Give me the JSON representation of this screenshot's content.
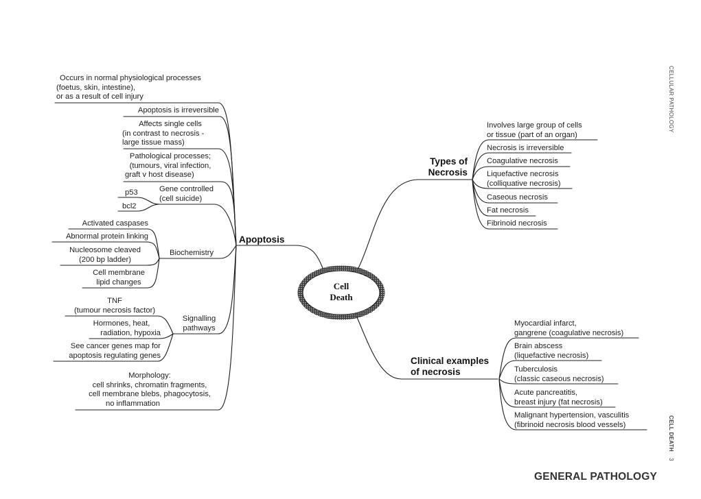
{
  "page": {
    "side_label_top": "CELLULAR PATHOLOGY",
    "side_label_bottom": "CELL DEATH",
    "page_number": "3",
    "footer": "GENERAL PATHOLOGY"
  },
  "center": {
    "line1": "Cell",
    "line2": "Death"
  },
  "apoptosis": {
    "title": "Apoptosis",
    "items": {
      "occurs": [
        "Occurs in normal physiological processes",
        "(foetus, skin, intestine),",
        "or as a result of cell injury"
      ],
      "irreversible": "Apoptosis is irreversible",
      "single_cells": [
        "Affects single cells",
        "(in contrast to necrosis -",
        "large tissue mass)"
      ],
      "pathological": [
        "Pathological processes;",
        "(tumours, viral infection,",
        "graft v host disease)"
      ],
      "gene_controlled": {
        "label": [
          "Gene controlled",
          "(cell suicide)"
        ],
        "children": [
          "p53",
          "bcl2"
        ]
      },
      "biochemistry": {
        "label": "Biochemistry",
        "children": [
          [
            "Activated caspases"
          ],
          [
            "Abnormal protein linking"
          ],
          [
            "Nucleosome cleaved",
            "(200 bp ladder)"
          ],
          [
            "Cell membrane",
            "lipid changes"
          ]
        ]
      },
      "signalling": {
        "label": [
          "Signalling",
          "pathways"
        ],
        "children": [
          [
            "TNF",
            "(tumour necrosis factor)"
          ],
          [
            "Hormones, heat,",
            "radiation, hypoxia"
          ],
          [
            "See cancer genes map for",
            "apoptosis regulating genes"
          ]
        ]
      },
      "morphology": [
        "Morphology:",
        "cell shrinks, chromatin fragments,",
        "cell membrane blebs, phagocytosis,",
        "no inflammation"
      ]
    }
  },
  "types_of_necrosis": {
    "title": [
      "Types of",
      "Necrosis"
    ],
    "items": [
      [
        "Involves large group of cells",
        "or tissue (part of an organ)"
      ],
      [
        "Necrosis is irreversible"
      ],
      [
        "Coagulative necrosis"
      ],
      [
        "Liquefactive necrosis",
        "(colliquative necrosis)"
      ],
      [
        "Caseous necrosis"
      ],
      [
        "Fat necrosis"
      ],
      [
        "Fibrinoid necrosis"
      ]
    ]
  },
  "clinical_examples": {
    "title": [
      "Clinical examples",
      "of necrosis"
    ],
    "items": [
      [
        "Myocardial infarct,",
        "gangrene (coagulative necrosis)"
      ],
      [
        "Brain abscess",
        "(liquefactive necrosis)"
      ],
      [
        "Tuberculosis",
        "(classic caseous necrosis)"
      ],
      [
        "Acute pancreatitis,",
        "breast injury  (fat necrosis)"
      ],
      [
        "Malignant hypertension, vasculitis",
        "(fibrinoid necrosis blood vessels)"
      ]
    ]
  },
  "colors": {
    "ink": "#1c1c1c",
    "background": "#ffffff",
    "ellipse_hatch": "#777777"
  }
}
